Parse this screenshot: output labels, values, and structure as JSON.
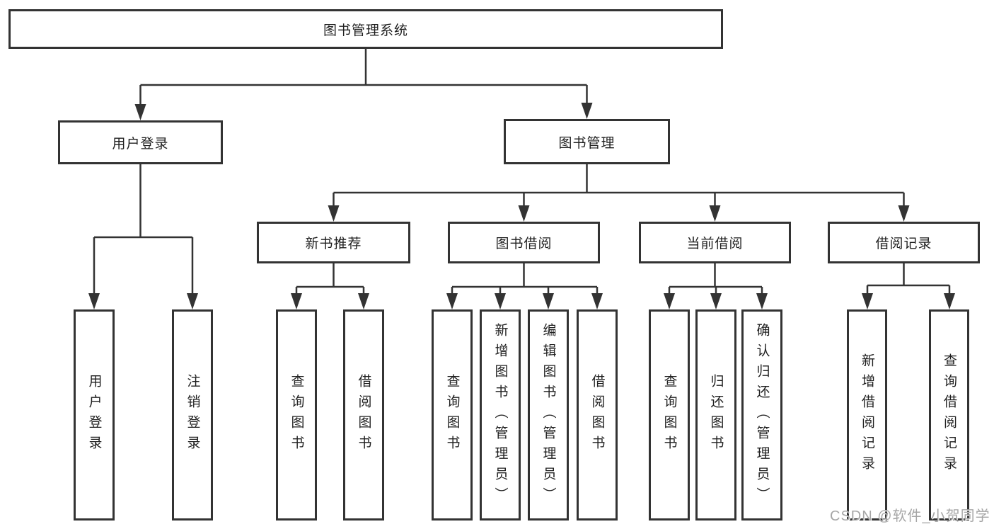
{
  "diagram": {
    "root": "图书管理系统",
    "level2": {
      "user_login": "用户登录",
      "book_mgmt": "图书管理"
    },
    "modules": [
      "新书推荐",
      "图书借阅",
      "当前借阅",
      "借阅记录"
    ],
    "user_login_leaves": [
      "用户登录",
      "注销登录"
    ],
    "new_book_leaves": [
      "查询图书",
      "借阅图书"
    ],
    "book_borrow_leaves": [
      "查询图书",
      "新增图书（管理员）",
      "编辑图书（管理员）",
      "借阅图书"
    ],
    "current_borrow_leaves": [
      "查询图书",
      "归还图书",
      "确认归还（管理员）"
    ],
    "record_leaves": [
      "新增借阅记录",
      "查询借阅记录"
    ]
  },
  "watermark": "CSDN @软件_小贺同学",
  "colors": {
    "line": "#333333",
    "text": "#1f1f1f",
    "background": "#ffffff",
    "watermark": "#a6a6a6"
  }
}
